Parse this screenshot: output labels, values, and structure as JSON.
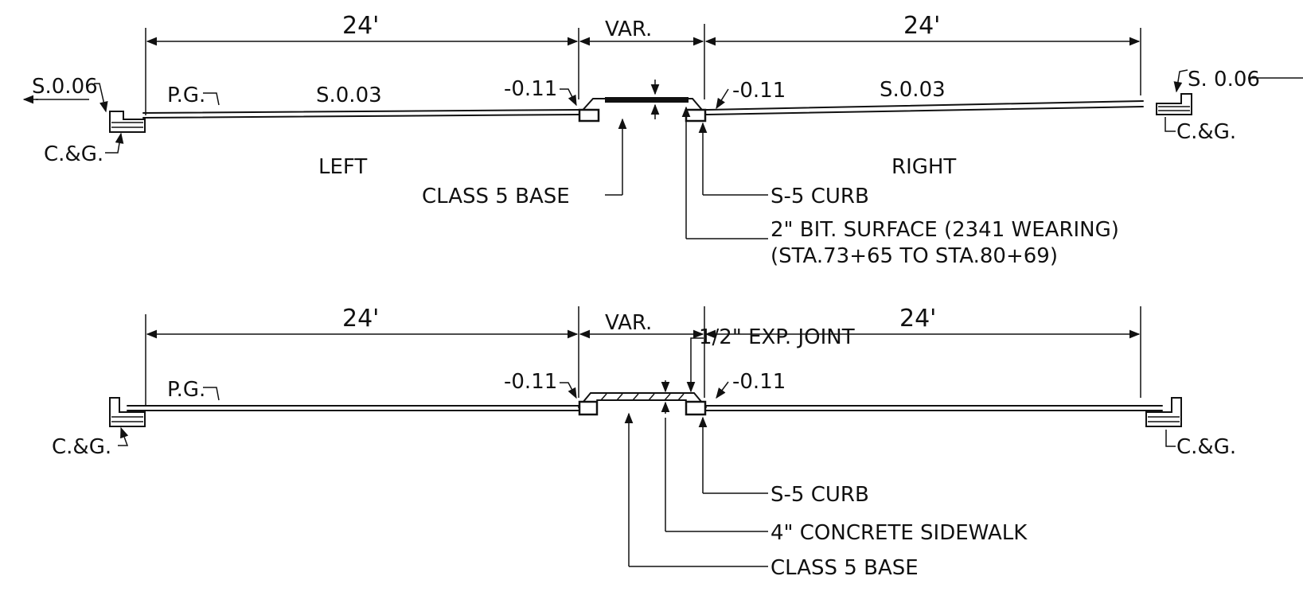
{
  "upper_section": {
    "dim_left": "24'",
    "dim_median": "VAR.",
    "dim_right": "24'",
    "slope_outer_left": "S.0.06",
    "slope_outer_right": "S. 0.06",
    "slope_left": "S.0.03",
    "slope_right": "S.0.03",
    "profile_grade": "P.G.",
    "curb_left_elev": "-0.11",
    "curb_right_elev": "-0.11",
    "cg_left": "C.&G.",
    "cg_right": "C.&G.",
    "side_left": "LEFT",
    "side_right": "RIGHT",
    "callout_base": "CLASS 5 BASE",
    "callout_curb": "S-5 CURB",
    "callout_surface_1": "2\" BIT. SURFACE (2341 WEARING)",
    "callout_surface_2": "(STA.73+65 TO STA.80+69)"
  },
  "lower_section": {
    "dim_left": "24'",
    "dim_median": "VAR.",
    "dim_right": "24'",
    "exp_joint": "1/2\" EXP. JOINT",
    "profile_grade": "P.G.",
    "curb_left_elev": "-0.11",
    "curb_right_elev": "-0.11",
    "cg_left": "C.&G.",
    "cg_right": "C.&G.",
    "callout_curb": "S-5 CURB",
    "callout_sidewalk": "4\" CONCRETE SIDEWALK",
    "callout_base": "CLASS 5 BASE"
  }
}
